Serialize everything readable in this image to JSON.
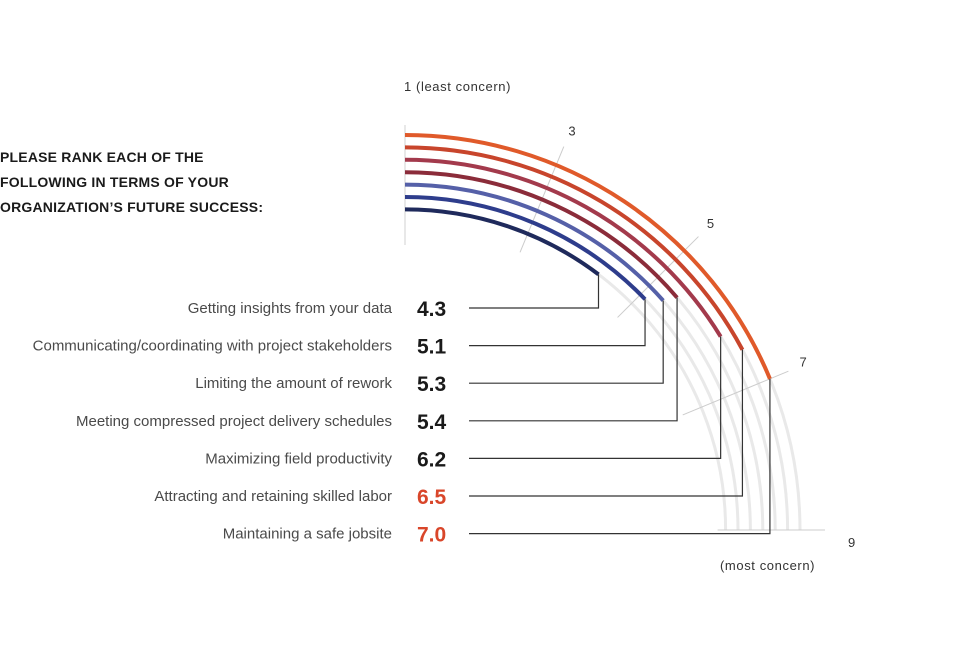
{
  "question": {
    "line1": "PLEASE RANK EACH OF THE",
    "line2": "FOLLOWING IN TERMS OF YOUR",
    "line3": "ORGANIZATION’S FUTURE SUCCESS:"
  },
  "scale": {
    "min_label": "1 (least concern)",
    "max_label": "(most concern)"
  },
  "chart_data": {
    "type": "radial-bar",
    "scale_min": 1,
    "scale_max": 9,
    "ticks": [
      {
        "value": 3,
        "label": "3"
      },
      {
        "value": 5,
        "label": "5"
      },
      {
        "value": 7,
        "label": "7"
      },
      {
        "value": 9,
        "label": "9"
      }
    ],
    "categories": [
      "Getting insights from your data",
      "Communicating/coordinating with project stakeholders",
      "Limiting the amount of rework",
      "Meeting compressed project delivery schedules",
      "Maximizing field productivity",
      "Attracting and retaining skilled labor",
      "Maintaining a safe jobsite"
    ],
    "values": [
      4.3,
      5.1,
      5.3,
      5.4,
      6.2,
      6.5,
      7.0
    ],
    "value_labels": [
      "4.3",
      "5.1",
      "5.3",
      "5.4",
      "6.2",
      "6.5",
      "7.0"
    ],
    "colors": [
      "#1f2a5c",
      "#2e3d8c",
      "#5560a8",
      "#8b2c3a",
      "#a33a4c",
      "#c8452c",
      "#e05a2a"
    ],
    "value_text_colors": [
      "#1a1a1a",
      "#1a1a1a",
      "#1a1a1a",
      "#1a1a1a",
      "#1a1a1a",
      "#d9462a",
      "#d9462a"
    ],
    "guide_color": "#e9e9e9",
    "leader_color": "#333333"
  }
}
